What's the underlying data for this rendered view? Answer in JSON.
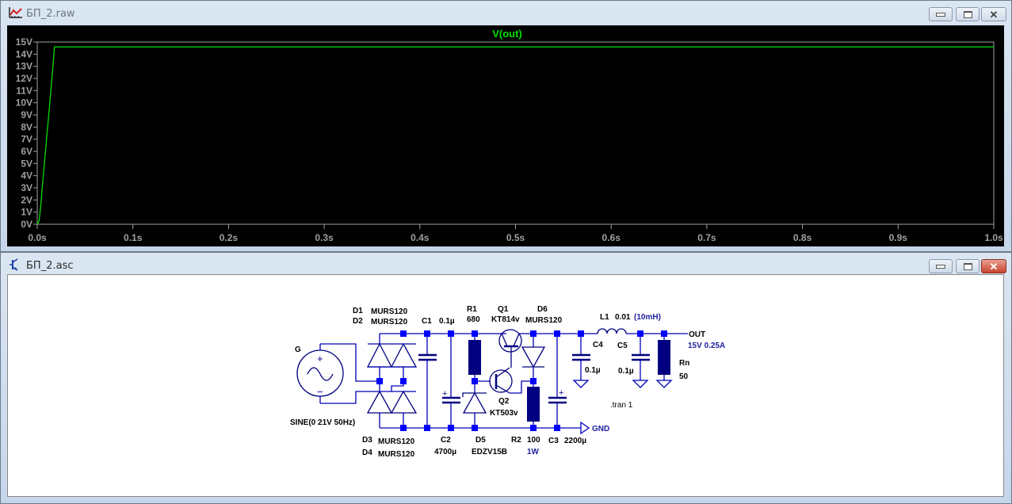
{
  "windows": {
    "raw": {
      "title": "БП_2.raw",
      "icon": "waveform-icon",
      "buttons": {
        "minimize": "minimize",
        "maximize": "maximize",
        "close": "close"
      }
    },
    "asc": {
      "title": "БП_2.asc",
      "icon": "transistor-icon",
      "buttons": {
        "minimize": "minimize",
        "maximize": "maximize",
        "close": "close"
      }
    }
  },
  "colors": {
    "plot_bg": "#000000",
    "trace": "#00e000",
    "axis": "#a0a0a0",
    "wire": "#0000c0",
    "component": "#000080",
    "junction": "#0000ff",
    "net_label_blue": "#2020a0"
  },
  "chart_data": {
    "type": "line",
    "title": "V(out)",
    "xlabel": "",
    "ylabel": "",
    "xlim": [
      0.0,
      1.0
    ],
    "ylim": [
      0,
      15
    ],
    "x_ticks": [
      "0.0s",
      "0.1s",
      "0.2s",
      "0.3s",
      "0.4s",
      "0.5s",
      "0.6s",
      "0.7s",
      "0.8s",
      "0.9s",
      "1.0s"
    ],
    "y_ticks": [
      "0V",
      "1V",
      "2V",
      "3V",
      "4V",
      "5V",
      "6V",
      "7V",
      "8V",
      "9V",
      "10V",
      "11V",
      "12V",
      "13V",
      "14V",
      "15V"
    ],
    "grid": false,
    "series": [
      {
        "name": "V(out)",
        "x": [
          0.0,
          0.002,
          0.004,
          0.006,
          0.008,
          0.01,
          0.012,
          0.014,
          0.016,
          0.018,
          1.0
        ],
        "y": [
          0.0,
          0.3,
          1.8,
          3.7,
          5.5,
          7.3,
          9.0,
          10.8,
          12.6,
          14.6,
          14.6
        ]
      }
    ]
  },
  "schematic": {
    "source": {
      "ref": "G",
      "value": "SINE(0 21V 50Hz)"
    },
    "diodes_top": {
      "ref1": "D1",
      "ref2": "D2",
      "model1": "MURS120",
      "model2": "MURS120"
    },
    "diodes_bottom": {
      "ref1": "D3",
      "ref2": "D4",
      "model1": "MURS120",
      "model2": "MURS120"
    },
    "C1": {
      "ref": "C1",
      "value": "0.1µ"
    },
    "C2": {
      "ref": "C2",
      "value": "4700µ"
    },
    "R1": {
      "ref": "R1",
      "value": "680"
    },
    "D5": {
      "ref": "D5",
      "value": "EDZV15B"
    },
    "Q1": {
      "ref": "Q1",
      "value": "KT814v"
    },
    "Q2": {
      "ref": "Q2",
      "value": "KT503v"
    },
    "D6": {
      "ref": "D6",
      "value": "MURS120"
    },
    "R2": {
      "ref": "R2",
      "value": "100",
      "note": "1W"
    },
    "C3": {
      "ref": "C3",
      "value": "2200µ"
    },
    "C4": {
      "ref": "C4",
      "value": "0.1µ"
    },
    "L1": {
      "ref": "L1",
      "value": "0.01",
      "note": "(10mH)"
    },
    "C5": {
      "ref": "C5",
      "value": "0.1µ"
    },
    "Rn": {
      "ref": "Rn",
      "value": "50"
    },
    "out_label": "OUT",
    "out_note": "15V 0.25A",
    "gnd_label": "GND",
    "directive": ".tran 1"
  }
}
